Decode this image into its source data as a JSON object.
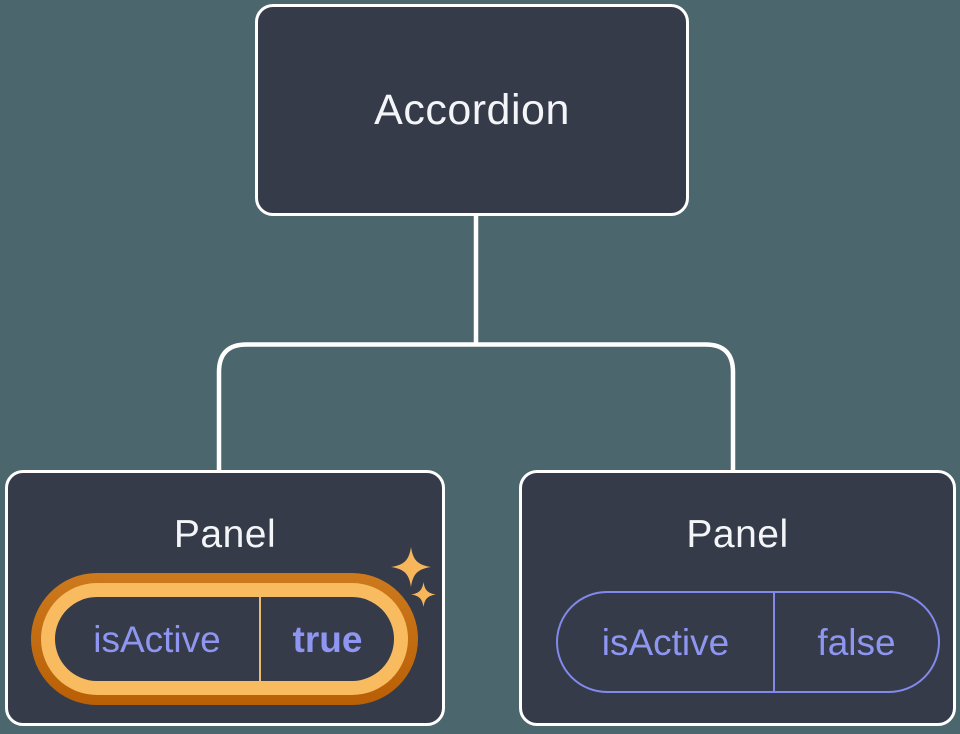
{
  "diagram": {
    "parent": {
      "label": "Accordion"
    },
    "panels": [
      {
        "label": "Panel",
        "prop": {
          "name": "isActive",
          "value": "true"
        },
        "highlighted": true
      },
      {
        "label": "Panel",
        "prop": {
          "name": "isActive",
          "value": "false"
        },
        "highlighted": false
      }
    ]
  },
  "icons": {
    "sparkle_big": "four-point-star",
    "sparkle_small": "four-point-star"
  },
  "colors": {
    "bg": "#4C666E",
    "node": "#353B48",
    "node-border": "#FFFFFF",
    "title": "#F3F5F8",
    "purple": "#8E96F2",
    "purple-line": "#8289EC",
    "orange-dark-1": "#CC7A1D",
    "orange-dark-2": "#B95F06",
    "orange-light": "#F9BB60",
    "orange-divider": "#EABD6E",
    "sparkle": "#F7B65B"
  }
}
